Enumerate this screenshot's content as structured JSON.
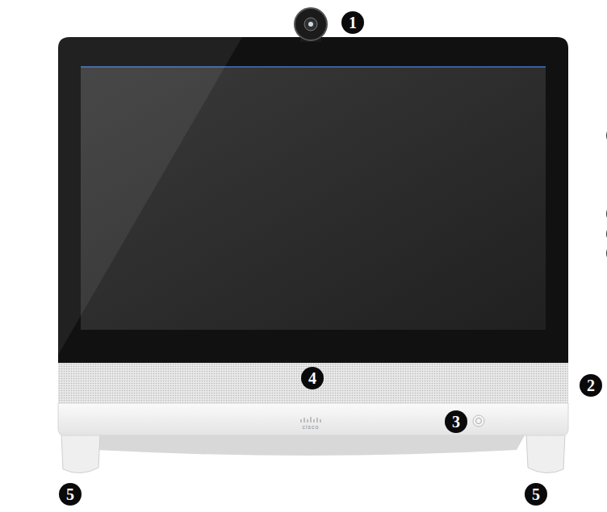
{
  "diagram": {
    "labels": [
      "1",
      "4",
      "2",
      "3",
      "5",
      "5",
      "cisco"
    ]
  }
}
